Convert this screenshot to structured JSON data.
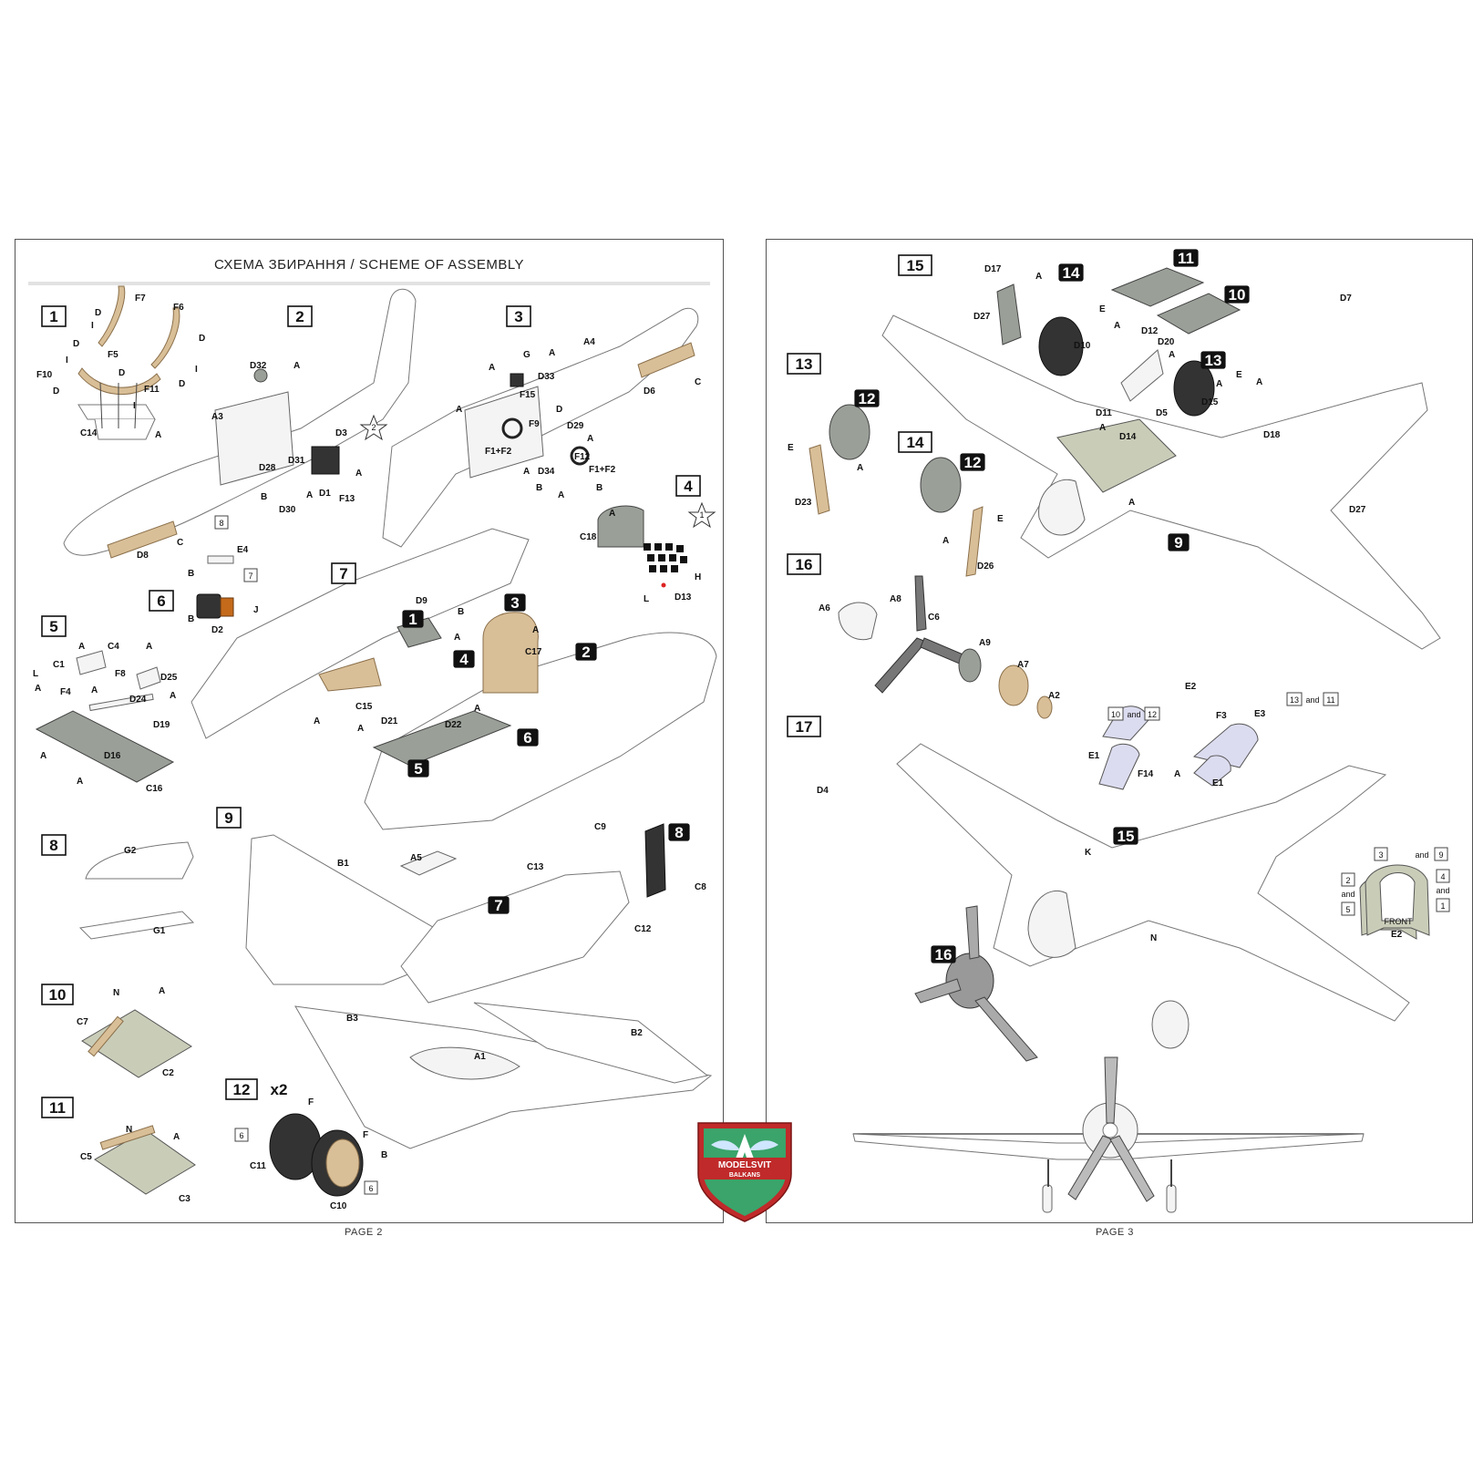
{
  "header": {
    "title": "СХЕМА ЗБИРАННЯ / SCHEME OF ASSEMBLY"
  },
  "footer": {
    "page2": "PAGE 2",
    "page3": "PAGE 3"
  },
  "logo": {
    "line1": "MODELSVIT",
    "line2": "BALKANS"
  },
  "steps": {
    "s1": "1",
    "s2": "2",
    "s3": "3",
    "s4": "4",
    "s5": "5",
    "s6": "6",
    "s7": "7",
    "s8": "8",
    "s9": "9",
    "s10": "10",
    "s11": "11",
    "s12": "12",
    "s12mult": "x2",
    "s13": "13",
    "s14": "14",
    "s15": "15",
    "s16": "16",
    "s17": "17"
  },
  "refs": {
    "r1": "1",
    "r2": "2",
    "r3": "3",
    "r4": "4",
    "r5": "5",
    "r6": "6",
    "r7": "7",
    "r8": "8",
    "r9": "9",
    "r10": "10",
    "r11": "11",
    "r12": "12",
    "r13": "13",
    "r14": "14",
    "r15": "15",
    "r16": "16",
    "star1": "1",
    "star2": "2",
    "and": "and",
    "front": "FRONT"
  },
  "parts": {
    "F7": "F7",
    "F6": "F6",
    "D": "D",
    "I": "I",
    "F5": "F5",
    "F10": "F10",
    "F11": "F11",
    "C14": "C14",
    "A": "A",
    "D32": "D32",
    "A3": "A3",
    "D3": "D3",
    "D31": "D31",
    "D28": "D28",
    "B": "B",
    "D30": "D30",
    "D1": "D1",
    "F13": "F13",
    "C": "C",
    "D8": "D8",
    "G": "G",
    "D33": "D33",
    "A4": "A4",
    "F15": "F15",
    "D29": "D29",
    "F9": "F9",
    "F1F2": "F1+F2",
    "F12": "F12",
    "D34": "D34",
    "D6": "D6",
    "C18": "C18",
    "H": "H",
    "L": "L",
    "D13": "D13",
    "E4": "E4",
    "D2": "D2",
    "J": "J",
    "C4": "C4",
    "C1": "C1",
    "F4": "F4",
    "F8": "F8",
    "D25": "D25",
    "D24": "D24",
    "D19": "D19",
    "D16": "D16",
    "C16": "C16",
    "D9": "D9",
    "C17": "C17",
    "C15": "C15",
    "D21": "D21",
    "D22": "D22",
    "G2": "G2",
    "G1": "G1",
    "N": "N",
    "C7": "C7",
    "C2": "C2",
    "C5": "C5",
    "C3": "C3",
    "B1": "B1",
    "A5": "A5",
    "C9": "C9",
    "C13": "C13",
    "C8": "C8",
    "C12": "C12",
    "B3": "B3",
    "A1": "A1",
    "B2": "B2",
    "F": "F",
    "C11": "C11",
    "C10": "C10",
    "D17": "D17",
    "D27": "D27",
    "E": "E",
    "D10": "D10",
    "D12": "D12",
    "D20": "D20",
    "D7": "D7",
    "D11": "D11",
    "D14": "D14",
    "D5": "D5",
    "D15": "D15",
    "D18": "D18",
    "D23": "D23",
    "D26": "D26",
    "A6": "A6",
    "A8": "A8",
    "C6": "C6",
    "A9": "A9",
    "A7": "A7",
    "A2": "A2",
    "E2": "E2",
    "F3": "F3",
    "E3": "E3",
    "E1": "E1",
    "F14": "F14",
    "D4": "D4",
    "K": "K"
  }
}
